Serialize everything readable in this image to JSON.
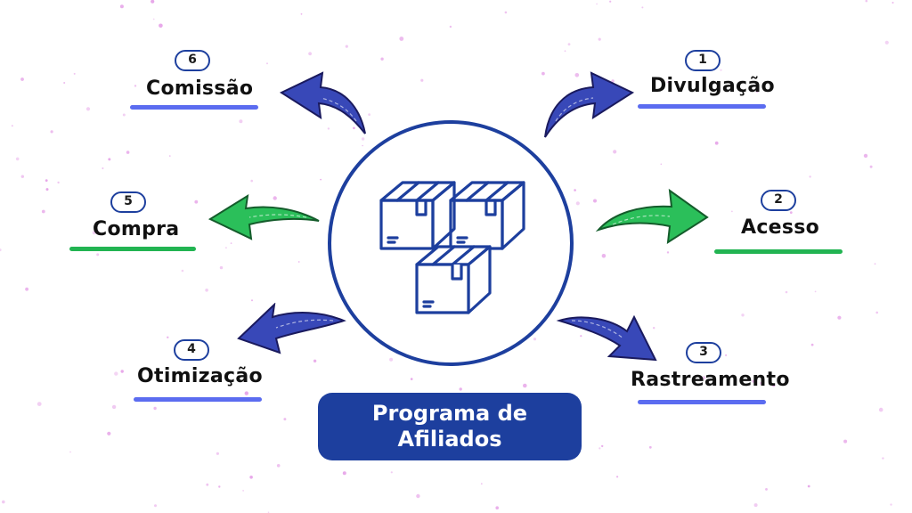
{
  "title": {
    "line1": "Programa de",
    "line2": "Afiliados"
  },
  "steps": [
    {
      "number": "1",
      "label": "Divulgação"
    },
    {
      "number": "2",
      "label": "Acesso"
    },
    {
      "number": "3",
      "label": "Rastreamento"
    },
    {
      "number": "4",
      "label": "Otimização"
    },
    {
      "number": "5",
      "label": "Compra"
    },
    {
      "number": "6",
      "label": "Comissão"
    }
  ],
  "center_icon": "stacked-boxes-icon",
  "colors": {
    "primary_blue": "#1d3f9e",
    "arrow_blue": "#3848b8",
    "arrow_green": "#2bbf5a",
    "underline_blue": "#5b6cf0",
    "underline_green": "#22b452",
    "speckle_pink": "#e6a3e8"
  }
}
